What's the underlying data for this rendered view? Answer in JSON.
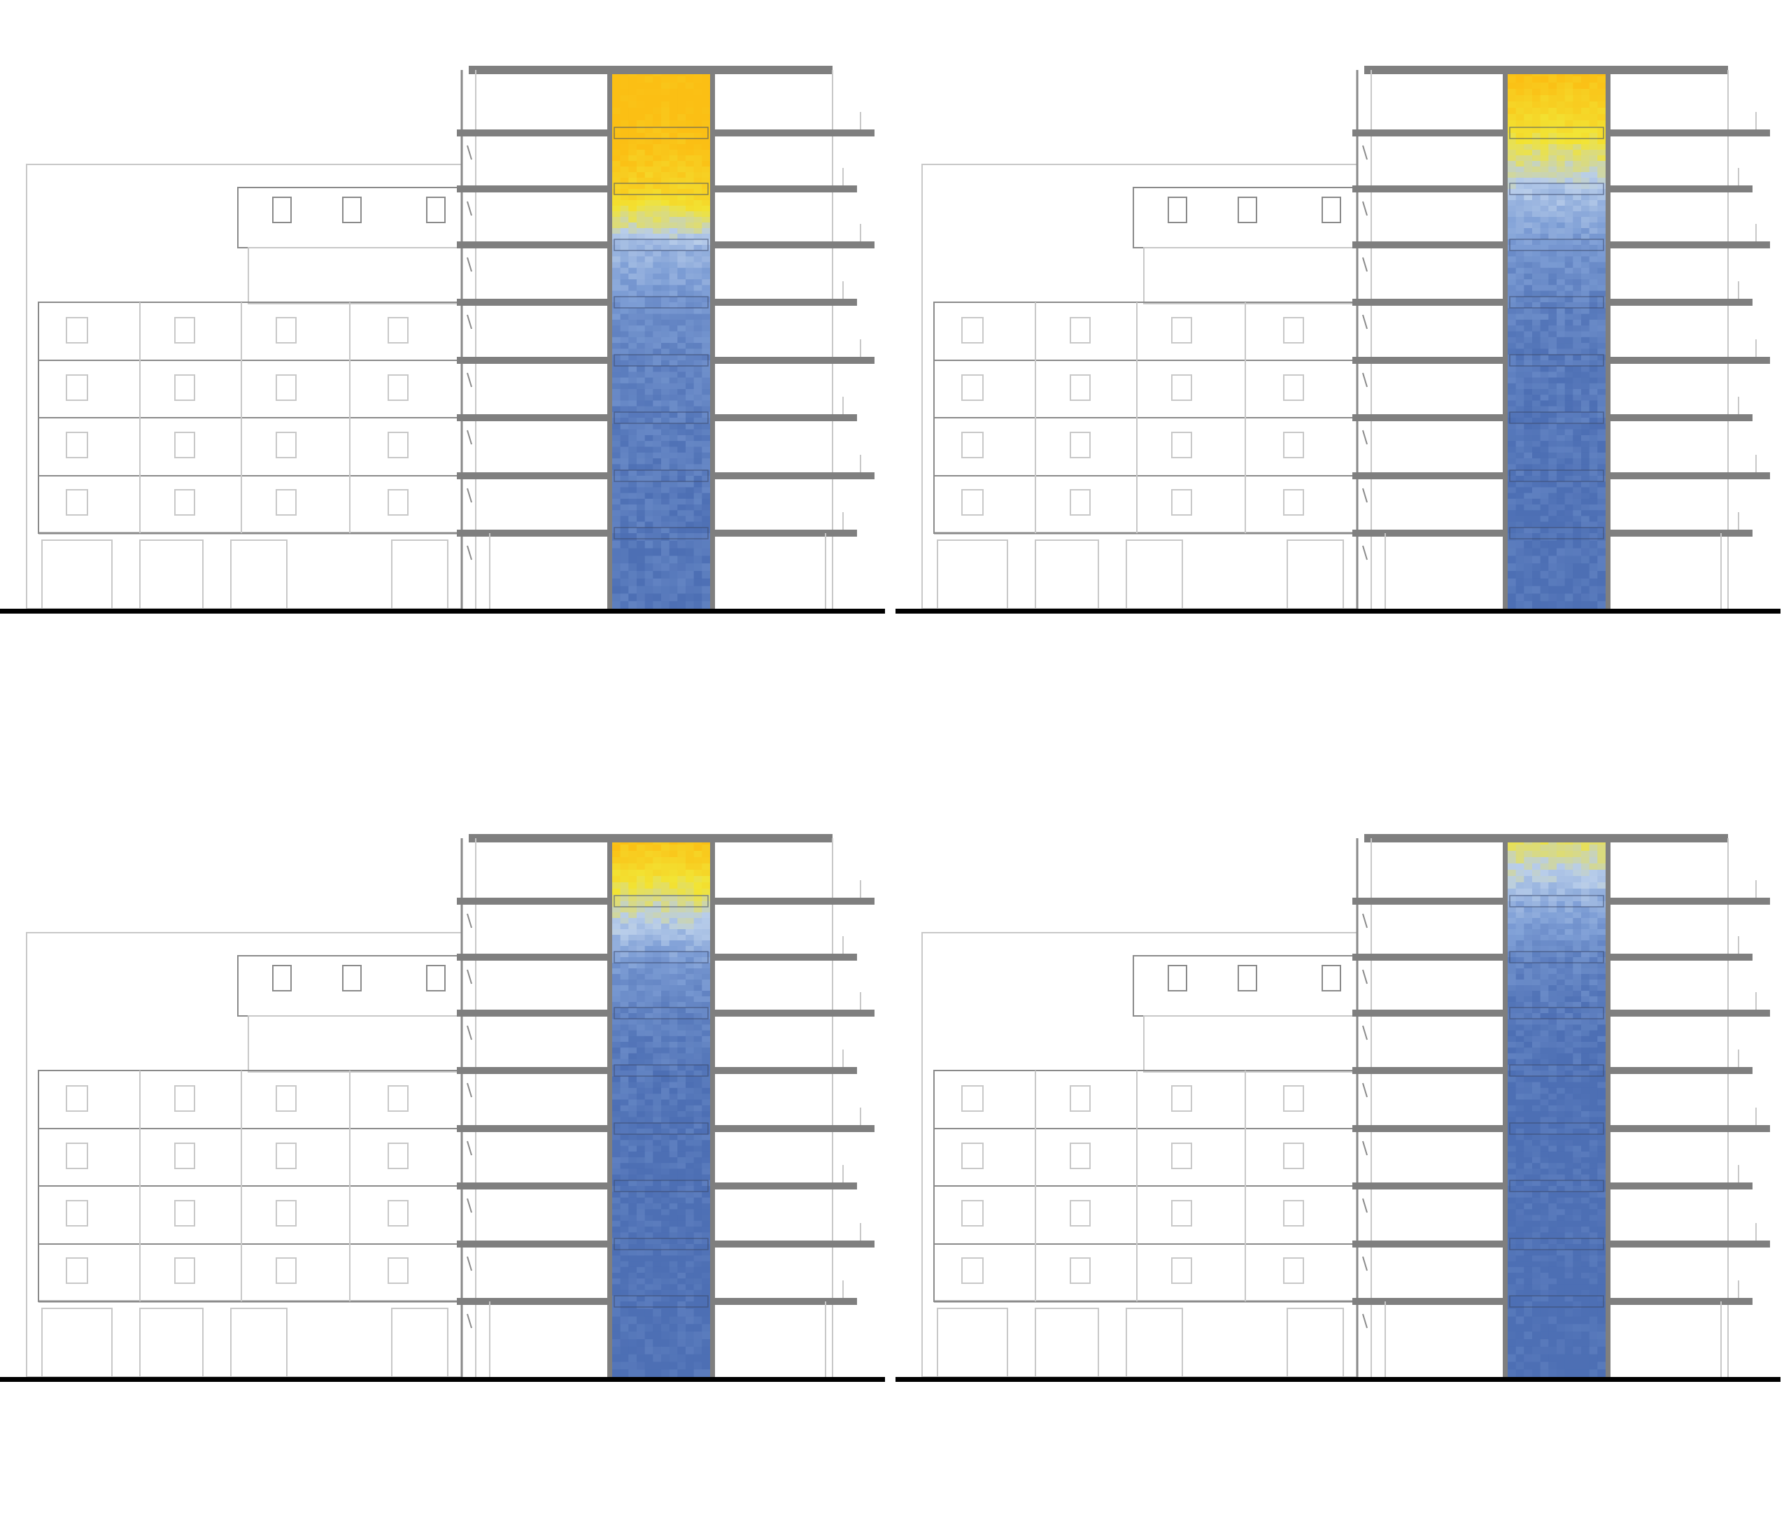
{
  "diagram": {
    "kind": "building-section-smoke-simulation",
    "panel_count": 4,
    "layout": "2x2 grid",
    "text_labels": [],
    "colors": {
      "line": "#8a8a8a",
      "thin_line": "#c8c8c8",
      "slab": "#7f7f7f",
      "ground": "#000000",
      "hot": "#fbbf14",
      "warm": "#f2e434",
      "cool_light": "#b8cdea",
      "cool_mid": "#7f9fd6",
      "cool_dark": "#4d6fb4"
    },
    "panels": [
      {
        "id": "top-left",
        "smoke_profile": [
          1.0,
          0.98,
          0.82,
          0.35,
          0.18,
          0.12,
          0.08,
          0.06,
          0.05,
          0.04
        ]
      },
      {
        "id": "top-right",
        "smoke_profile": [
          0.98,
          0.7,
          0.4,
          0.2,
          0.1,
          0.06,
          0.04,
          0.03,
          0.02,
          0.02
        ]
      },
      {
        "id": "bottom-left",
        "smoke_profile": [
          0.95,
          0.55,
          0.22,
          0.1,
          0.05,
          0.03,
          0.02,
          0.01,
          0.01,
          0.01
        ]
      },
      {
        "id": "bottom-right",
        "smoke_profile": [
          0.62,
          0.3,
          0.12,
          0.05,
          0.02,
          0.01,
          0.01,
          0.0,
          0.0,
          0.0
        ]
      }
    ]
  }
}
